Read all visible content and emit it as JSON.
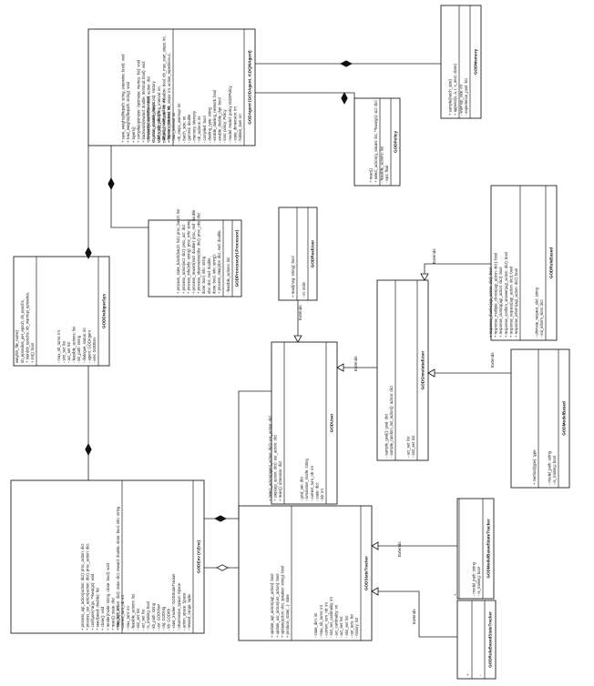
{
  "classes": [
    {
      "id": "memory",
      "name": "GODMemory",
      "attributes": [
        "- experience_pool: list",
        "- warmup_size: int"
      ],
      "methods": [
        "+ append(s, a, r, s_next, done)",
        "+ sample(batch_size)"
      ]
    },
    {
      "id": "agent",
      "name": "GODAgent (GODAgent_rl.DQNAgent)",
      "attributes": [
        "- hidden_size: int",
        "- state_dimension: int",
        "- model: Model: policy GODPolicy",
        "- loss: policy: Policy",
        "- enable_double_dqn: bool",
        "- enable_dueling_network: bool",
        "- dueling_type: string",
        "- compiled: bool",
        "- nb_actions: int",
        "- memory: Memory",
        "- gamma: double",
        "- batch_size: int",
        "- nb_steps_warmup: int",
        "- train_interval: int",
        "- memory_interval: int",
        "- target_model_update: int",
        "- delta_clip: double",
        "- custom_model_objects: ...",
        "- processor: GODProcessor"
      ],
      "methods": [
        "+ fit(env: GODEnv, nb_steps: int, action_repetition=1,",
        "     callbacks, verbose: int, visualize: bool, nb_max_start_steps: int,",
        "     start_step_policy, log_interval: int,",
        "     nb_max_episode_steps: int): History",
        "+ forward(observation: dict): action: dict",
        "+ backward(reward: double, terminal: bool): void",
        "+ compile(optimizer: Optimizer, metrics: list): void",
        "+ layers()",
        "+ load_weights(filepath: string): void",
        "+ save_weights(filepath: string, overwrite: bool): void"
      ]
    },
    {
      "id": "policy",
      "name": "GODPolicy",
      "attributes": [
        "- eps: float",
        "- feasible_actions: list"
      ],
      "methods": [
        "+ select_action(q_values: list, **kwargs): act: dict",
        "+ reset()"
      ]
    },
    {
      "id": "processor",
      "name": "GODProcessor(rl.Processor)",
      "attributes": [
        "- feasible_actions: list"
      ],
      "methods": [
        "+ process_step(obs: dict, rwd: double,",
        "     done: bool, info: string):",
        "     obs: dict, rwd: double,",
        "     done: bool, info: string",
        "+ process_observation(obs: dict): proc_obs: dict",
        "+ process_reward(rwd: double): proc_rwd: double",
        "+ process_info(info: string): proc_info: string",
        "+ process_action(act: dict): proc_act: dict",
        "+ process_state_batch(batch: list): proc_batch: list"
      ]
    },
    {
      "id": "dialogsys",
      "name": "GODDialogueSys",
      "attributes": [
        "- env: GODEnv",
        "- agent: GODAgent",
        "- dialogue_status: int",
        "- kb_path: string",
        "- feasible_actions: list",
        "- act_set: list",
        "- slot_set: list",
        "- max_nb_turns: int"
      ],
      "methods": [
        "+ init(): bool",
        "+ train(nb_epochs, nb_warmup_episodes,",
        "     nb_episodes_per_epoch, nb_epochs,",
        "     weights_file_name)"
      ]
    },
    {
      "id": "env",
      "name": "GODEnv (rl.Env)",
      "attributes": [
        "- reward_range: tuple",
        "- action_space: Space",
        "- observation_space: Space",
        "- state_tracker: GODStateTracker",
        "- kb: GODKb",
        "- nlg: GODNlg",
        "- usr: GODUser",
        "- kb_path: string",
        "- is_training: bool",
        "- act_set: list",
        "- slot_set: list",
        "- feasible_actions: list",
        "- max_turn: int",
        "- current_turn_nb: int",
        "- max_turn: int"
      ],
      "methods": [
        "+ step(agt_action: dict): state: dict, reward: double, done: bool, info: string",
        "+ reset(): state: dict",
        "+ render(mode: string, close: bool): void",
        "+ close(): void",
        "+ seed(seed: double): list",
        "+ configure(*args, **kwargs): void",
        "+ process_usr_action(action: dict): proc_action: dict",
        "+ process_agt_action(action: dict): proc_action: dict"
      ]
    },
    {
      "id": "user",
      "name": "GODUser",
      "attributes": [
        "- kb: int",
        "- state: dict",
        "- current_turn_nb: int",
        "- simulation_mode: string",
        "- goal_set: dict"
      ],
      "methods": [
        "+ reset(): utterance: dict",
        "+ step(agt_action: dict): usr_action: dict",
        "+ select_action(agent_action: dict): usr_action: dict"
      ]
    },
    {
      "id": "realuser",
      "name": "GODRealUser",
      "attributes": [
        "- in: stdin"
      ],
      "methods": [
        "+ read(msg: string): bool"
      ]
    },
    {
      "id": "simuser",
      "name": "GODSimulatedUser",
      "attributes": [
        "- slot_set: list",
        "- act_set: list"
      ],
      "methods": [
        "- sample_random_init_action(): action: dict",
        "- sample_goal(): goal: dict"
      ]
    },
    {
      "id": "rulebased",
      "name": "GODRuleBased",
      "attributes": [
        "- init_inform_slots: dict",
        "- ultimate_request_slot: string"
      ],
      "methods": [
        "+ response_inform(agt_action: dict): bool",
        "+ response_request(agt_action: dict): bool",
        "+ response_confirm_answer(agt_action: dict): bool",
        "+ response_closing(agt_action: dict): bool",
        "+ response_multiple_choice(agt_action: dict): bool",
        "+ response_thanks(agt_action: dict): bool"
      ]
    },
    {
      "id": "modelbased",
      "name": "GODModelBased",
      "attributes": [
        "- is_training: bool",
        "- model_path: string"
      ],
      "methods": [
        "+ method(type): type"
      ]
    },
    {
      "id": "statetracker",
      "name": "GODStateTracker",
      "attributes": [
        "- history: list",
        "- usr_acts: list",
        "- slot_set: list",
        "- act_set: list",
        "- act_cardinality: int",
        "- slot_set_cardinality: int",
        "- current_turn_nb: int",
        "- max_nb_turns: int",
        "- state_dim: int"
      ],
      "methods": [
        "+ produce_state(...): state",
        "+ update(action: dict, speaker: string): bool",
        "+ update_usr_action(usr_action): bool",
        "+ update_agt_action(agt_action): bool"
      ]
    },
    {
      "id": "modelstate",
      "name": "GODModelBasedStateTracker",
      "attributes": [
        "- is_training: bool",
        "- model_path: string"
      ],
      "methods": [
        "+"
      ]
    },
    {
      "id": "rulestate",
      "name": "GODRuleBasedStateTracker",
      "attributes": [
        "-"
      ],
      "methods": [
        "+"
      ]
    }
  ],
  "relation_labels": {
    "extends": "Extends"
  }
}
